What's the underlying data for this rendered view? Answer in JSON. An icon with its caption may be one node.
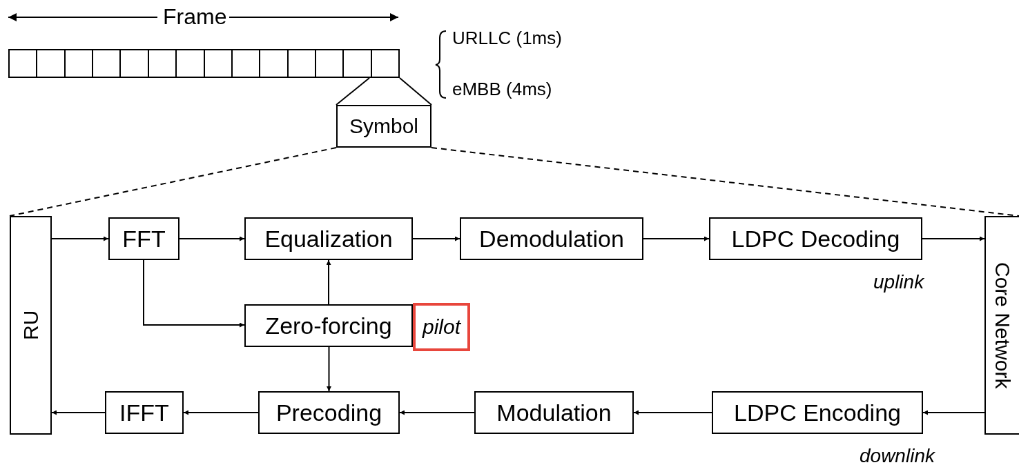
{
  "diagram": {
    "nodes": [
      {
        "text": [],
        "shape": "box"
      },
      {
        "text": [],
        "shape": "box"
      },
      {
        "text": [],
        "shape": "box"
      },
      {
        "text": [],
        "shape": "box"
      },
      {
        "text": [],
        "shape": "box"
      },
      {
        "text": [],
        "shape": "box"
      },
      {
        "text": [],
        "shape": "box"
      },
      {
        "text": [],
        "shape": "box"
      },
      {
        "text": [],
        "shape": "box"
      },
      {
        "text": [],
        "shape": "box"
      },
      {
        "text": [],
        "shape": "box"
      },
      {
        "text": [],
        "shape": "box"
      },
      {
        "text": [],
        "shape": "box"
      },
      {
        "text": [],
        "shape": "box"
      },
      {
        "text": [
          "Symbol"
        ]
      },
      {
        "text": [
          "RU"
        ]
      },
      {
        "text": [
          "FFT"
        ]
      },
      {
        "text": [
          "Equalization"
        ]
      },
      {
        "text": [
          "Demodulation"
        ]
      },
      {
        "text": [
          "LDPC Decoding"
        ]
      },
      {
        "text": [
          "Core Network"
        ]
      },
      {
        "text": [
          "Zero-forcing"
        ]
      },
      {
        "text": [
          "pilot"
        ]
      },
      {
        "text": [
          "IFFT"
        ]
      },
      {
        "text": [
          "Precoding"
        ]
      },
      {
        "text": [
          "Modulation"
        ]
      },
      {
        "text": [
          "LDPC Encoding"
        ]
      }
    ],
    "edges": [
      {
        "from": 15,
        "to": 16,
        "arrow": "to"
      },
      {
        "from": 16,
        "to": 17,
        "arrow": "to"
      },
      {
        "from": 17,
        "to": 18,
        "arrow": "to"
      },
      {
        "from": 18,
        "to": 19,
        "arrow": "to"
      },
      {
        "from": 19,
        "to": 20,
        "arrow": "to"
      },
      {
        "from": 16,
        "to": 21,
        "arrow": "to"
      },
      {
        "from": 21,
        "to": 17,
        "arrow": "to"
      },
      {
        "from": 21,
        "to": 24,
        "arrow": "to"
      },
      {
        "from": 20,
        "to": 26,
        "arrow": "to"
      },
      {
        "from": 26,
        "to": 25,
        "arrow": "to"
      },
      {
        "from": 25,
        "to": 24,
        "arrow": "to"
      },
      {
        "from": 24,
        "to": 23,
        "arrow": "to"
      },
      {
        "from": 23,
        "to": 15,
        "arrow": "to"
      },
      {
        "from": 13,
        "to": 14,
        "arrow": "none"
      },
      {
        "from": 13,
        "to": 14,
        "arrow": "none"
      },
      {
        "from": 14,
        "to": 15,
        "arrow": "none",
        "style": "dashed"
      },
      {
        "from": 14,
        "to": 20,
        "arrow": "none",
        "style": "dashed"
      }
    ],
    "labels": [
      "Frame",
      "URLLC (1ms)",
      "eMBB (4ms)",
      "uplink",
      "downlink"
    ]
  }
}
